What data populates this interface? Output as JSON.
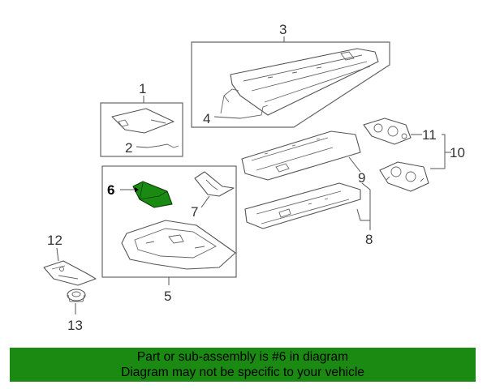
{
  "callouts": {
    "c1": "1",
    "c2": "2",
    "c3": "3",
    "c4": "4",
    "c5": "5",
    "c6": "6",
    "c7": "7",
    "c8": "8",
    "c9": "9",
    "c10": "10",
    "c11": "11",
    "c12": "12",
    "c13": "13"
  },
  "highlight_color": "#1b8a12",
  "banner": {
    "line1": "Part or sub-assembly is #6 in diagram",
    "line2": "Diagram may not be specific to your vehicle"
  }
}
